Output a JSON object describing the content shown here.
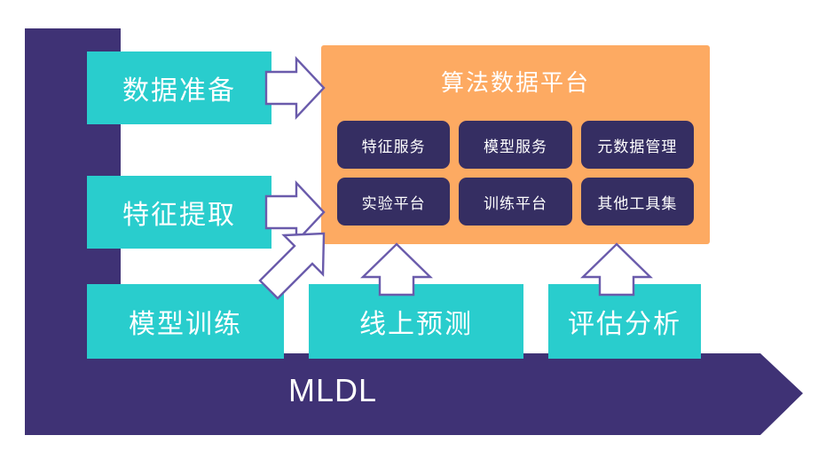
{
  "diagram": {
    "title_text": "MLDL",
    "colors": {
      "purple": "#3f3275",
      "teal": "#29cdcd",
      "orange": "#fdaa62",
      "module_navy": "#352e62",
      "arrow_outline": "#6a5bab",
      "text_white": "#ffffff"
    },
    "left_stages": [
      {
        "id": "data-prep",
        "label": "数据准备"
      },
      {
        "id": "feature-extract",
        "label": "特征提取"
      }
    ],
    "bottom_stages": [
      {
        "id": "model-train",
        "label": "模型训练"
      },
      {
        "id": "online-predict",
        "label": "线上预测"
      },
      {
        "id": "eval-analysis",
        "label": "评估分析"
      }
    ],
    "platform": {
      "title": "算法数据平台",
      "modules": [
        {
          "id": "feature-service",
          "label": "特征服务"
        },
        {
          "id": "model-service",
          "label": "模型服务"
        },
        {
          "id": "metadata-management",
          "label": "元数据管理"
        },
        {
          "id": "experiment-platform",
          "label": "实验平台"
        },
        {
          "id": "training-platform",
          "label": "训练平台"
        },
        {
          "id": "other-toolset",
          "label": "其他工具集"
        }
      ]
    },
    "connectors": [
      {
        "id": "arrow-prep-to-platform",
        "direction": "right"
      },
      {
        "id": "arrow-feature-to-platform",
        "direction": "right"
      },
      {
        "id": "arrow-train-to-platform",
        "direction": "up-right"
      },
      {
        "id": "arrow-predict-to-platform",
        "direction": "up"
      },
      {
        "id": "arrow-eval-to-platform",
        "direction": "up"
      }
    ]
  }
}
